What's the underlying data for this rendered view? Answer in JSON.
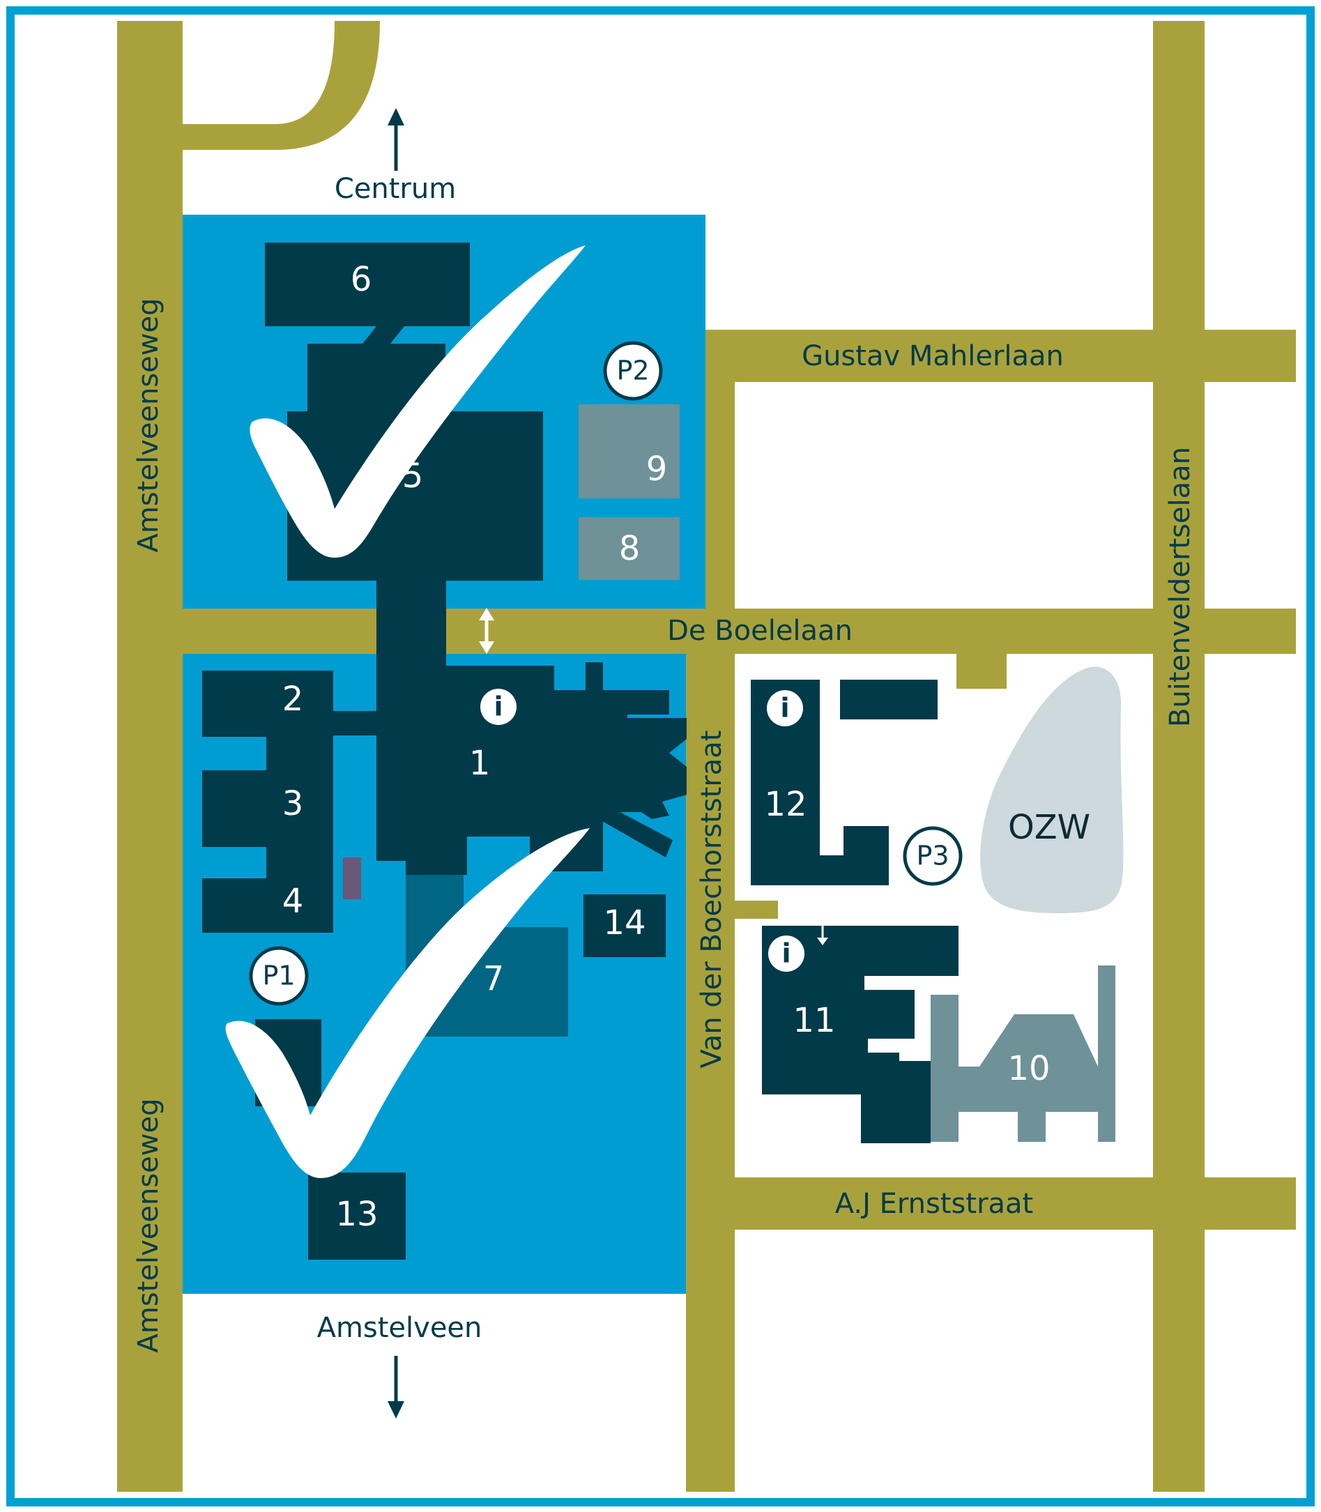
{
  "colors": {
    "frame": "#00a0d6",
    "road": "#a9a23c",
    "campus": "#009dd3",
    "building": "#013a48",
    "building_secondary": "#006683",
    "building_grey": "#6f9198",
    "ozw": "#cdd9dc",
    "highlight": "#6a5878",
    "checkmark": "#ffffff"
  },
  "roads": {
    "amstelveenseweg_top": "Amstelveenseweg",
    "amstelveenseweg_bottom": "Amstelveenseweg",
    "gustav_mahlerlaan": "Gustav Mahlerlaan",
    "de_boelelaan": "De Boelelaan",
    "van_der_boechorststraat": "Van der Boechorststraat",
    "buitenveldertselaan": "Buitenveldertselaan",
    "aj_ernststraat": "A.J Ernststraat"
  },
  "directions": {
    "north": "Centrum",
    "south": "Amstelveen"
  },
  "buildings": {
    "b1": "1",
    "b2": "2",
    "b3": "3",
    "b4": "4",
    "b5": "5",
    "b6": "6",
    "b7": "7",
    "b8": "8",
    "b9": "9",
    "b10": "10",
    "b11": "11",
    "b12": "12",
    "b13": "13",
    "b14": "14",
    "ozw": "OZW"
  },
  "parking": {
    "p1": "P1",
    "p2": "P2",
    "p3": "P3"
  },
  "info_icons": {
    "glyph": "i"
  },
  "icons": [
    "info-icon",
    "arrow-up-icon",
    "arrow-down-icon",
    "double-arrow-icon",
    "checkmark-icon"
  ]
}
